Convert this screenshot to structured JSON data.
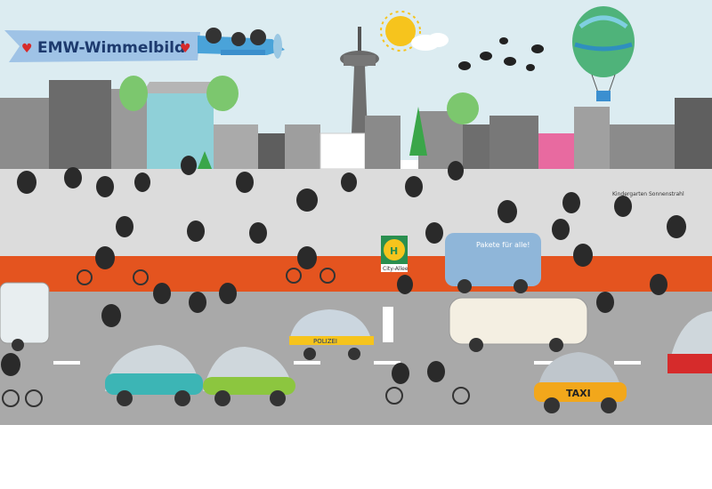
{
  "banner": {
    "text": "EMW-Wimmelbild",
    "heart_color": "#d62b2b",
    "banner_color": "#9fc3e6"
  },
  "signs": {
    "hotel_letter": "H",
    "city_label": "City-Allee",
    "bus_slogan": "Pakete für alle!",
    "kindergarten": "Kindergarten Sonnenstrahl",
    "taxi": "TAXI",
    "police": "POLIZEI"
  },
  "colors": {
    "sky": "#dcecf1",
    "street_red": "#e4541f",
    "road": "#a9a9a9",
    "sidewalk": "#dcdcdc",
    "tree": "#3aa649",
    "sun": "#f6c41d"
  },
  "icons": [
    "sun-icon",
    "hot-air-balloon-icon",
    "airplane-icon",
    "tv-tower-icon",
    "bird-icon",
    "heart-icon"
  ]
}
